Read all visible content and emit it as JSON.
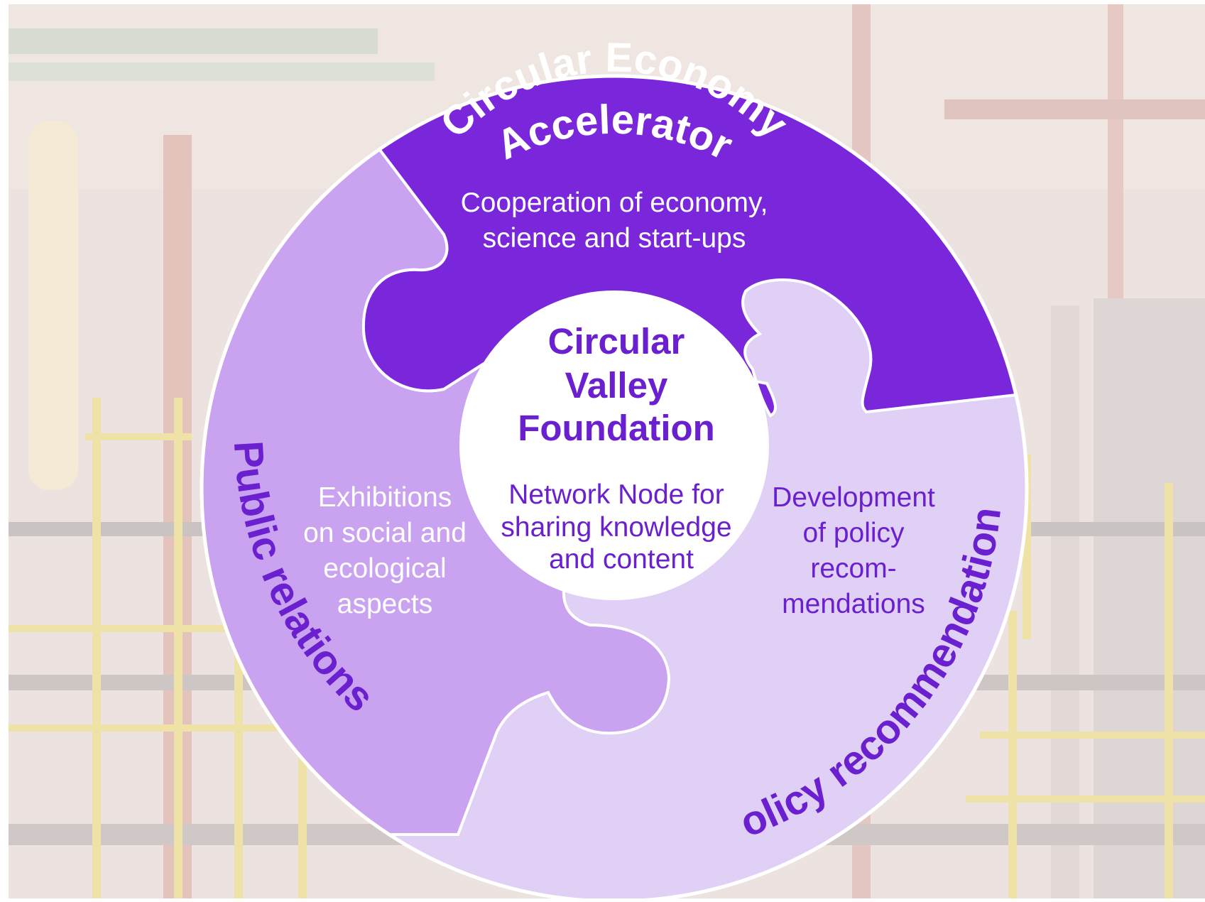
{
  "colors": {
    "accelerator": "#7a26db",
    "public_relations": "#c9a2f0",
    "policy": "#e1d0f6",
    "center": "#ffffff",
    "label_dark": "#6b20d0",
    "label_light": "#ffffff",
    "background_tint": "#ece3e1"
  },
  "pieces": {
    "accelerator": {
      "title_line1": "Circular Economy",
      "title_line2": "Accelerator",
      "desc_line1": "Cooperation of economy,",
      "desc_line2": "science and start-ups"
    },
    "public_relations": {
      "title": "Public relations",
      "desc_line1": "Exhibitions",
      "desc_line2": "on social and",
      "desc_line3": "ecological",
      "desc_line4": "aspects"
    },
    "policy": {
      "title": "Policy recommendations",
      "desc_line1": "Development",
      "desc_line2": "of policy",
      "desc_line3": "recom-",
      "desc_line4": "mendations"
    }
  },
  "center": {
    "title_line1": "Circular",
    "title_line2": "Valley",
    "title_line3": "Foundation",
    "desc_line1": "Network Node for",
    "desc_line2": "sharing knowledge",
    "desc_line3": "and content"
  }
}
